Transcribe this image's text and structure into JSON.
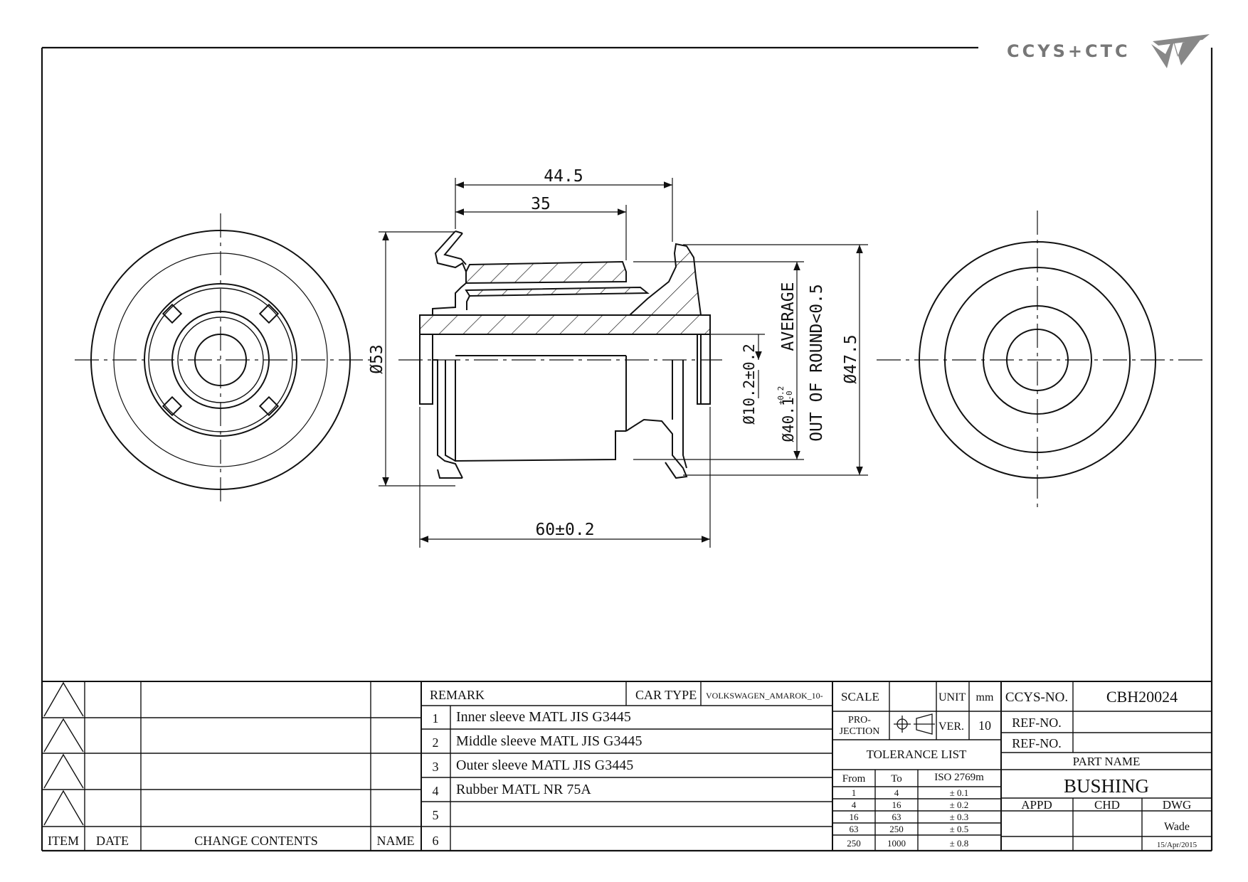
{
  "logo": {
    "text": "CCYS+CTC"
  },
  "dimensions": {
    "overall_top": "44.5",
    "inner_top": "35",
    "outer_dia_left": "Ø53",
    "bore": "Ø10.2±0.2",
    "avg_dia_main": "Ø40.1",
    "avg_tol_plus": "+0.2",
    "avg_tol_zero": "-0",
    "average_label": "AVERAGE",
    "out_of_round": "OUT OF ROUND<0.5",
    "outer_dia_right": "Ø47.5",
    "length_bottom": "60±0.2"
  },
  "revision_block": {
    "headers": {
      "item": "ITEM",
      "date": "DATE",
      "change": "CHANGE CONTENTS",
      "name": "NAME"
    }
  },
  "remarks": {
    "header": "REMARK",
    "car_type_label": "CAR TYPE",
    "car_type_value": "VOLKSWAGEN_AMAROK_10-",
    "items": [
      {
        "no": "1",
        "text": "Inner sleeve MATL JIS G3445"
      },
      {
        "no": "2",
        "text": "Middle sleeve MATL JIS G3445"
      },
      {
        "no": "3",
        "text": "Outer sleeve MATL JIS G3445"
      },
      {
        "no": "4",
        "text": "Rubber MATL NR 75A"
      },
      {
        "no": "5",
        "text": ""
      },
      {
        "no": "6",
        "text": ""
      }
    ]
  },
  "scale_block": {
    "scale_label": "SCALE",
    "unit_label": "UNIT",
    "unit_value": "mm",
    "projection_label_1": "PRO-",
    "projection_label_2": "JECTION",
    "ver_label": "VER.",
    "ver_value": "10",
    "tolerance_title": "TOLERANCE LIST",
    "tol_headers": {
      "from": "From",
      "to": "To",
      "iso": "ISO 2769m"
    },
    "tol_rows": [
      {
        "from": "1",
        "to": "4",
        "tol": "± 0.1"
      },
      {
        "from": "4",
        "to": "16",
        "tol": "± 0.2"
      },
      {
        "from": "16",
        "to": "63",
        "tol": "± 0.3"
      },
      {
        "from": "63",
        "to": "250",
        "tol": "± 0.5"
      },
      {
        "from": "250",
        "to": "1000",
        "tol": "± 0.8"
      }
    ]
  },
  "title_block": {
    "ccys_label": "CCYS-NO.",
    "ccys_value": "CBH20024",
    "ref1_label": "REF-NO.",
    "ref2_label": "REF-NO.",
    "part_name_label": "PART NAME",
    "part_name": "BUSHING",
    "appd_label": "APPD",
    "chd_label": "CHD",
    "dwg_label": "DWG",
    "dwg_name": "Wade",
    "dwg_date": "15/Apr/2015"
  }
}
